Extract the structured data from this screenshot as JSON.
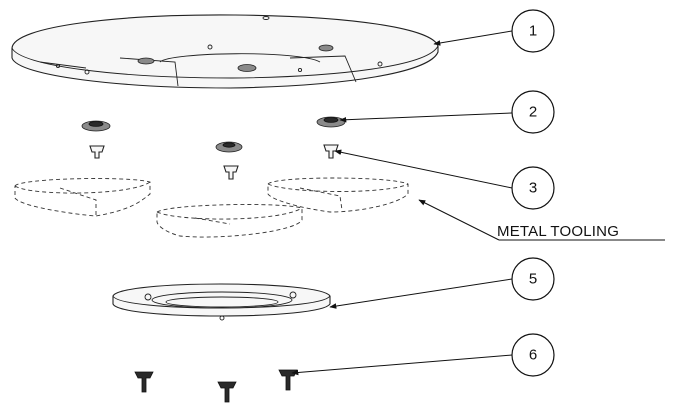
{
  "balloons": [
    {
      "id": "balloon-1",
      "label": "1"
    },
    {
      "id": "balloon-2",
      "label": "2"
    },
    {
      "id": "balloon-3",
      "label": "3"
    },
    {
      "id": "balloon-5",
      "label": "5"
    },
    {
      "id": "balloon-6",
      "label": "6"
    }
  ],
  "callout": {
    "metal_tooling": "METAL TOOLING"
  }
}
